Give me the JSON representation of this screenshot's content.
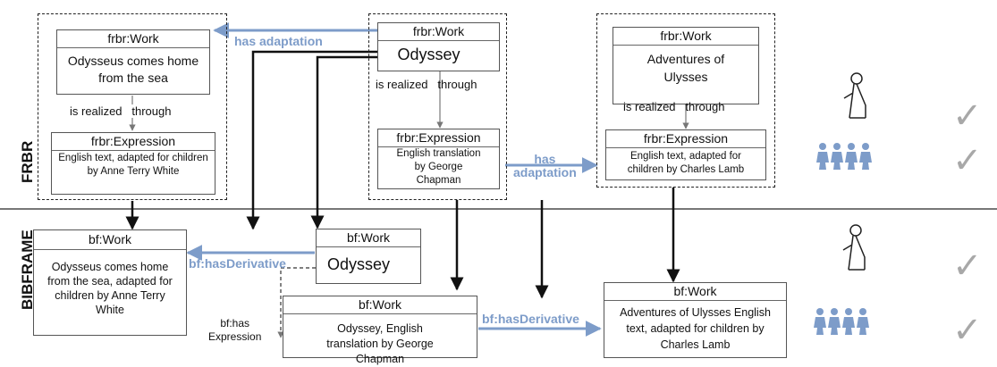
{
  "sections": {
    "frbr": "FRBR",
    "bibframe": "BIBFRAME"
  },
  "labels": {
    "work_class": "frbr:Work",
    "expression_class": "frbr:Expression",
    "bf_work_class": "bf:Work",
    "realized_a": "is realized",
    "realized_b": "through",
    "has_adaptation": "has adaptation",
    "has_adaptation_l1": "has",
    "has_adaptation_l2": "adaptation",
    "bf_has_derivative": "bf:hasDerivative",
    "bf_has_expression_l1": "bf:has",
    "bf_has_expression_l2": "Expression"
  },
  "frbr": {
    "odysseus_work": "Odysseus comes home from the sea",
    "odysseus_expression": "English text, adapted for children by Anne Terry White",
    "odyssey_work": "Odyssey",
    "odyssey_expression": "English translation by George Chapman",
    "ulysses_work": "Adventures of Ulysses",
    "ulysses_expression": "English text, adapted for children by Charles Lamb"
  },
  "bibframe": {
    "odysseus": "Odysseus comes home from the sea, adapted for children by Anne Terry White",
    "odyssey": "Odyssey",
    "chapman": "Odyssey, English translation by George Chapman",
    "ulysses": "Adventures of Ulysses English text, adapted for children by Charles Lamb"
  },
  "legend": {
    "check": "✓"
  },
  "colors": {
    "accent": "#7d9cc9",
    "line": "#111111",
    "check": "#a8a8a8",
    "people": "#7d9cc9"
  }
}
